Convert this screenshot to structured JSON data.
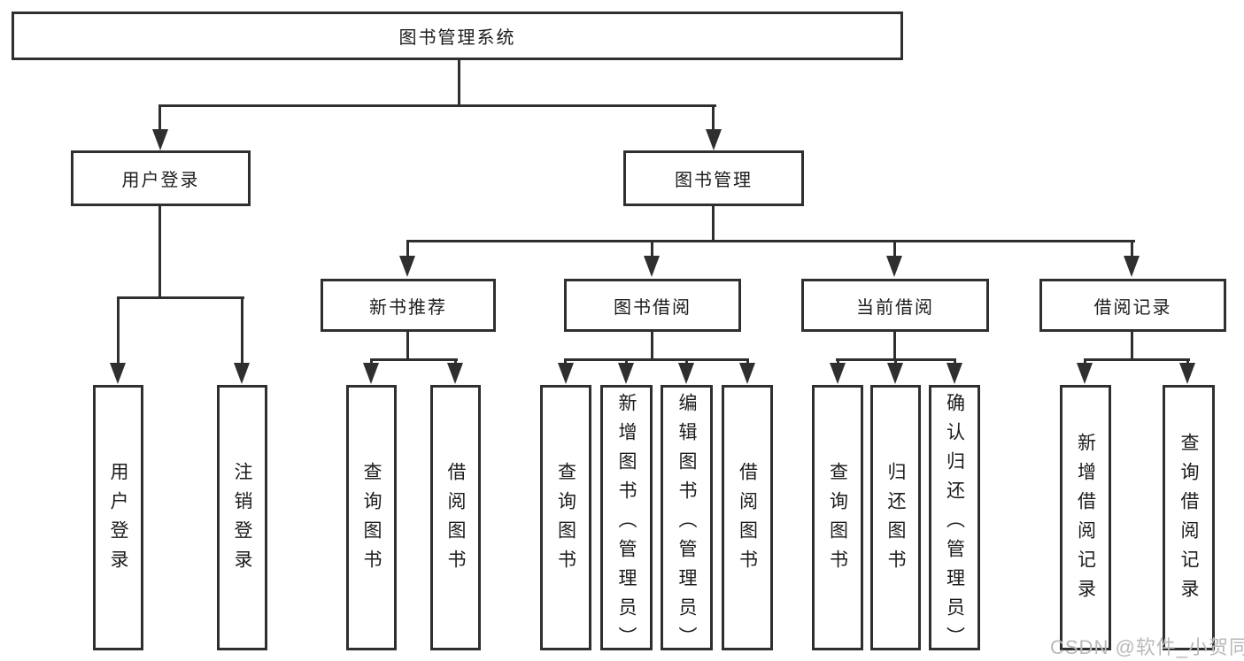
{
  "colors": {
    "line": "#2f2f2f",
    "text": "#1c1c1c",
    "background": "#ffffff",
    "watermark": "#b9b9b9"
  },
  "diagram": {
    "title": "图书管理系统",
    "user_login": {
      "label": "用户登录",
      "children": [
        {
          "label": "用户登录"
        },
        {
          "label": "注销登录"
        }
      ]
    },
    "book_mgmt": {
      "label": "图书管理",
      "children": [
        {
          "label": "新书推荐",
          "children": [
            {
              "label": "查询图书"
            },
            {
              "label": "借阅图书"
            }
          ]
        },
        {
          "label": "图书借阅",
          "children": [
            {
              "label": "查询图书"
            },
            {
              "label": "新增图书（管理员）"
            },
            {
              "label": "编辑图书（管理员）"
            },
            {
              "label": "借阅图书"
            }
          ]
        },
        {
          "label": "当前借阅",
          "children": [
            {
              "label": "查询图书"
            },
            {
              "label": "归还图书"
            },
            {
              "label": "确认归还（管理员）"
            }
          ]
        },
        {
          "label": "借阅记录",
          "children": [
            {
              "label": "新增借阅记录"
            },
            {
              "label": "查询借阅记录"
            }
          ]
        }
      ]
    }
  },
  "watermark": {
    "text": "CSDN @软件_小贺同学"
  }
}
